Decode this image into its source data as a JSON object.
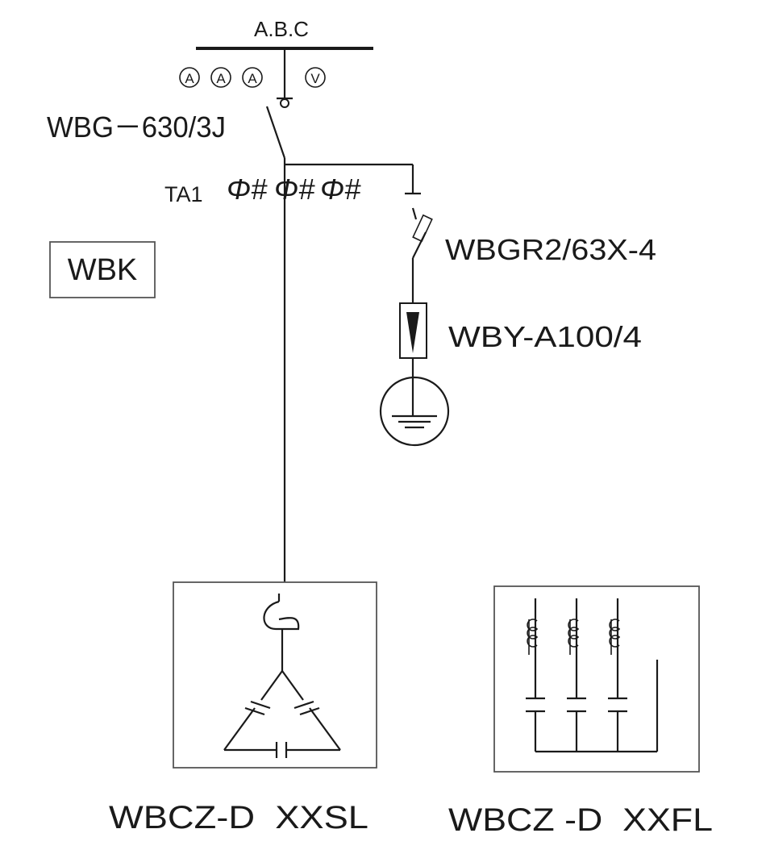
{
  "bus": {
    "label": "A.B.C"
  },
  "meters": [
    "A",
    "A",
    "A",
    "V"
  ],
  "switch": {
    "label": "WBG－630/3J"
  },
  "ct": {
    "label": "TA1",
    "symbol": "Φ#"
  },
  "panel_tag": "WBK",
  "fuse": {
    "label": "WBGR2/63X-4"
  },
  "arrester": {
    "label": "WBY-A100/4"
  },
  "units": [
    {
      "label": "WBCZ-D  XXSL"
    },
    {
      "label": "WBCZ -D  XXFL"
    }
  ]
}
